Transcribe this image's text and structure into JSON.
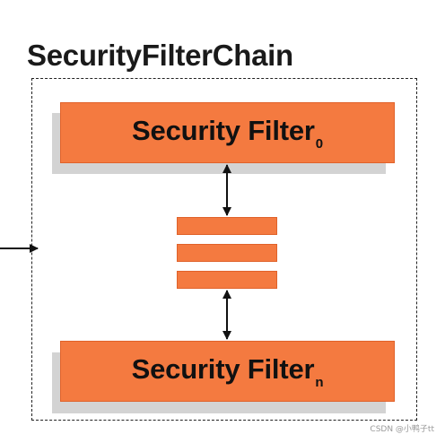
{
  "diagram": {
    "title": "SecurityFilterChain",
    "filters": [
      {
        "label": "Security Filter",
        "subscript": "0"
      },
      {
        "label": "Security Filter",
        "subscript": "n"
      }
    ],
    "middle_bar_count": 3,
    "colors": {
      "filter_fill": "#f47a40",
      "shadow": "#d3d3d3",
      "border_dashed": "#222222",
      "text": "#111111"
    }
  },
  "watermark": "CSDN @小鸭子tt"
}
